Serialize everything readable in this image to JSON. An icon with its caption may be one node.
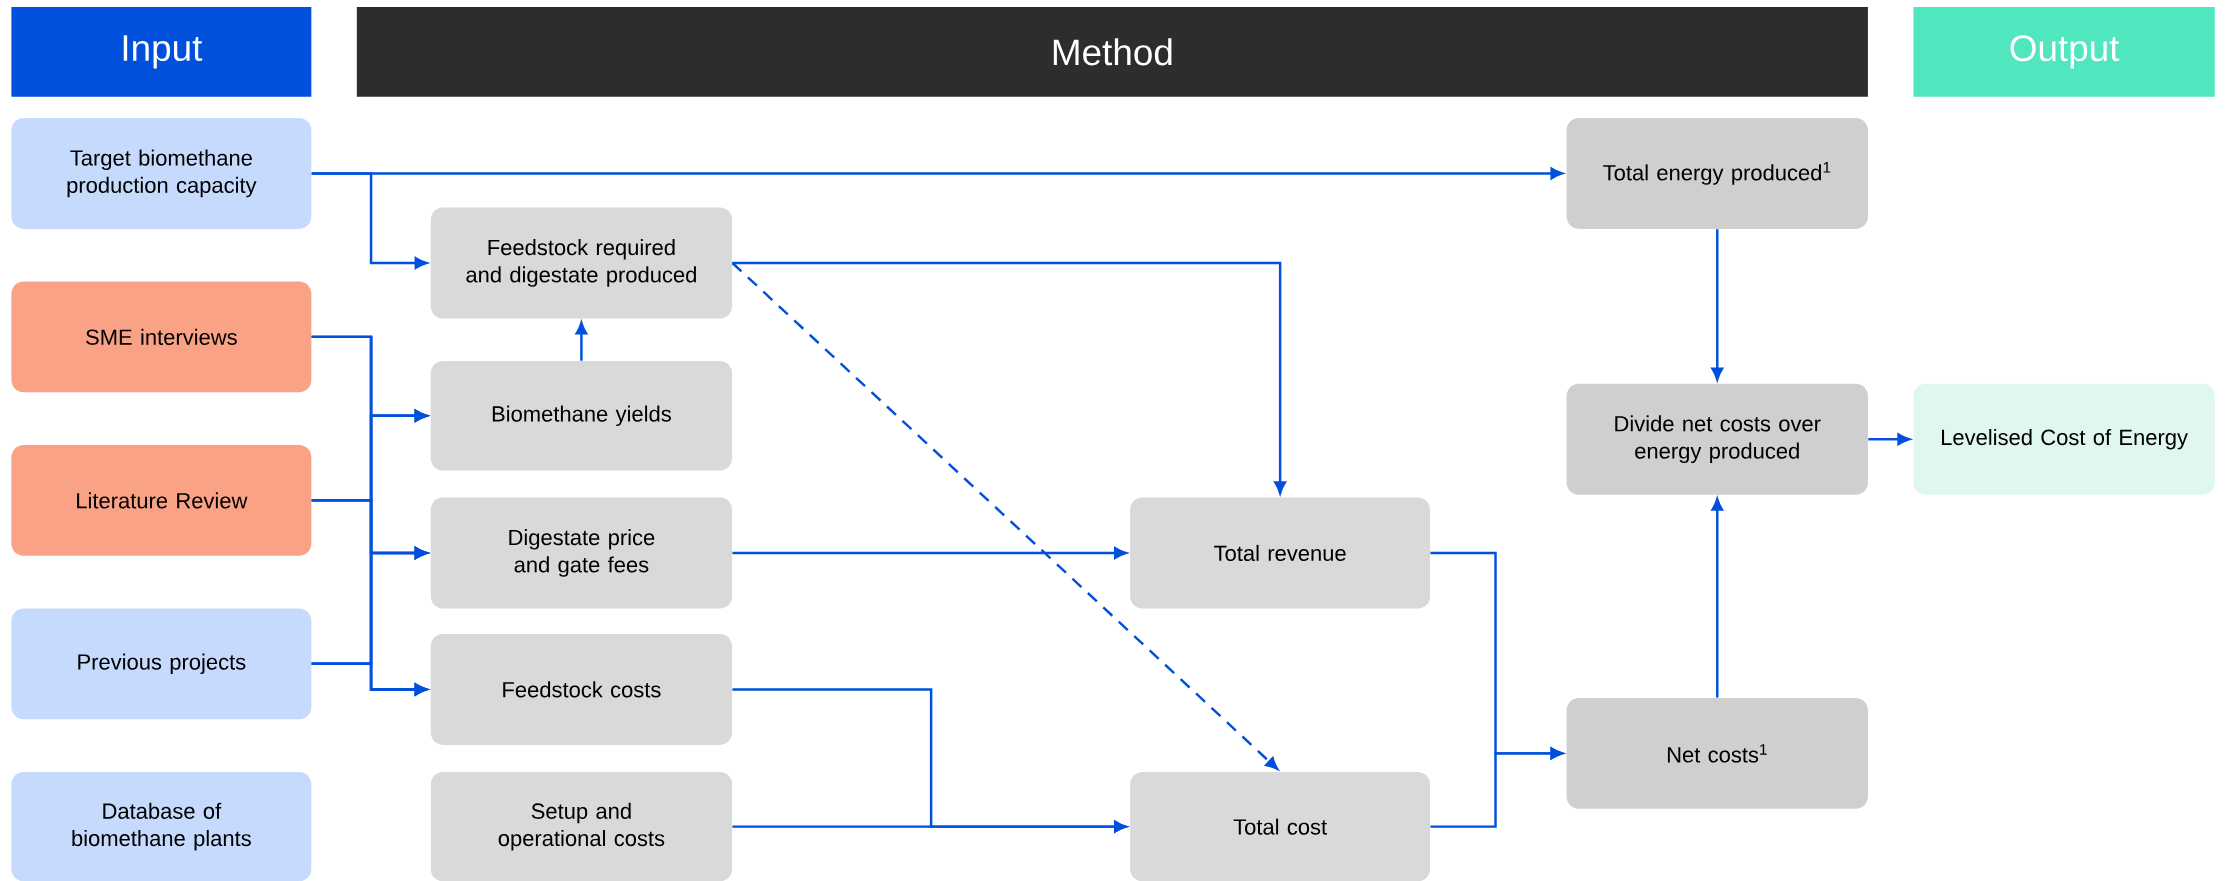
{
  "diagram": {
    "nodes": [
      {
        "text": [
          "Input"
        ]
      },
      {
        "text": [
          "Method"
        ]
      },
      {
        "text": [
          "Output"
        ]
      },
      {
        "text": [
          "Target biomethane production capacity"
        ]
      },
      {
        "text": [
          "SME interviews"
        ]
      },
      {
        "text": [
          "Literature Review"
        ]
      },
      {
        "text": [
          "Previous projects"
        ]
      },
      {
        "text": [
          "Database of biomethane plants"
        ]
      },
      {
        "text": [
          "Feedstock required and digestate produced"
        ]
      },
      {
        "text": [
          "Biomethane yields"
        ]
      },
      {
        "text": [
          "Digestate price and gate fees"
        ]
      },
      {
        "text": [
          "Feedstock costs"
        ]
      },
      {
        "text": [
          "Setup and operational costs"
        ]
      },
      {
        "text": [
          "Total revenue"
        ]
      },
      {
        "text": [
          "Total cost"
        ]
      },
      {
        "text": [
          "Total energy produced$^{1}$"
        ]
      },
      {
        "text": [
          "Divide net costs over energy produced"
        ]
      },
      {
        "text": [
          "Net costs$^{1}$"
        ]
      },
      {
        "text": [
          "Levelised Cost of Energy"
        ]
      }
    ],
    "edges": [
      {
        "from": 3,
        "to": 15,
        "arrow": "to"
      },
      {
        "from": 3,
        "to": 8,
        "arrow": "to"
      },
      {
        "from": 4,
        "to": 9,
        "arrow": "to"
      },
      {
        "from": 4,
        "to": 10,
        "arrow": "to"
      },
      {
        "from": 4,
        "to": 11,
        "arrow": "to"
      },
      {
        "from": 5,
        "to": 9,
        "arrow": "to"
      },
      {
        "from": 5,
        "to": 10,
        "arrow": "to"
      },
      {
        "from": 5,
        "to": 11,
        "arrow": "to"
      },
      {
        "from": 6,
        "to": 9,
        "arrow": "to"
      },
      {
        "from": 6,
        "to": 10,
        "arrow": "to"
      },
      {
        "from": 6,
        "to": 11,
        "arrow": "to"
      },
      {
        "from": 9,
        "to": 8,
        "arrow": "to"
      },
      {
        "from": 8,
        "to": 13,
        "arrow": "to"
      },
      {
        "from": 8,
        "to": 14,
        "arrow": "to",
        "style": "dashed"
      },
      {
        "from": 10,
        "to": 13,
        "arrow": "to"
      },
      {
        "from": 11,
        "to": 14,
        "arrow": "to"
      },
      {
        "from": 12,
        "to": 14,
        "arrow": "to"
      },
      {
        "from": 13,
        "to": 17,
        "arrow": "to"
      },
      {
        "from": 14,
        "to": 17,
        "arrow": "to"
      },
      {
        "from": 15,
        "to": 16,
        "arrow": "to"
      },
      {
        "from": 17,
        "to": 16,
        "arrow": "to"
      },
      {
        "from": 16,
        "to": 18,
        "arrow": "to"
      }
    ]
  }
}
